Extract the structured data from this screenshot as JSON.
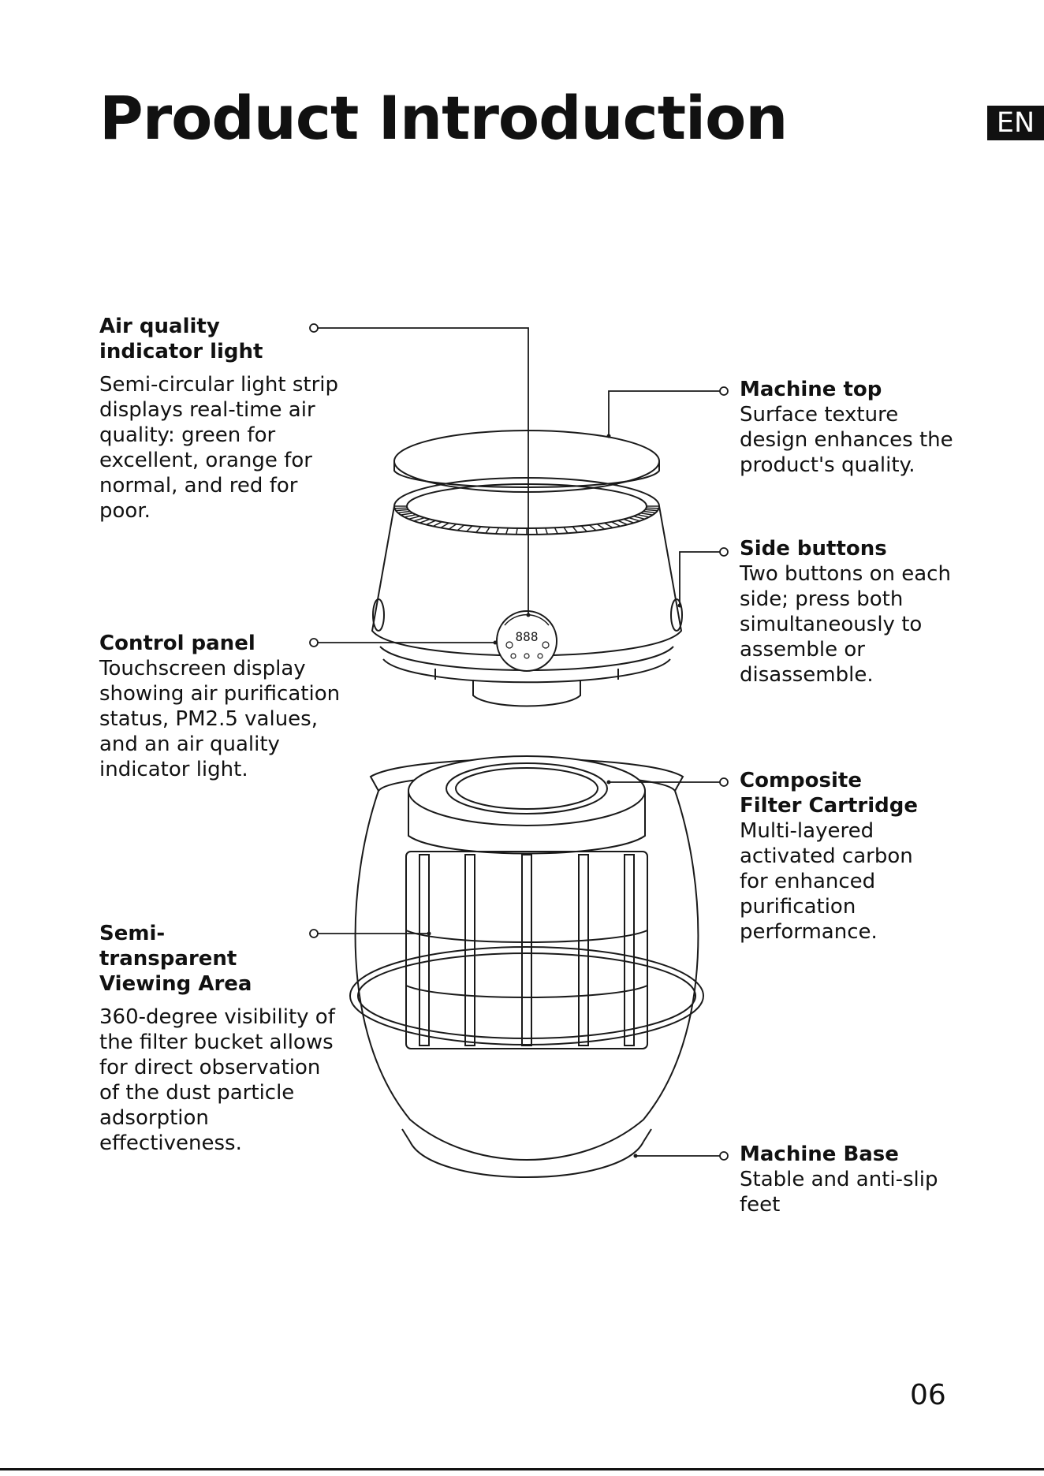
{
  "page": {
    "title": "Product Introduction",
    "language_badge": "EN",
    "page_number": "06"
  },
  "callouts": {
    "air_quality_light": {
      "label": "Air quality indicator light",
      "description": "Semi-circular light strip displays real-time air quality: green for excellent, orange for normal, and red for poor."
    },
    "control_panel": {
      "label": "Control panel",
      "description": "Touchscreen display showing air purification status, PM2.5 values, and an air quality indicator light."
    },
    "viewing_area": {
      "label": "Semi-transparent Viewing Area",
      "description": "360-degree visibility of the filter bucket allows for direct observation of the dust particle adsorption effectiveness."
    },
    "machine_top": {
      "label": "Machine top",
      "description": "Surface texture design enhances the product's quality."
    },
    "side_buttons": {
      "label": "Side buttons",
      "description": "Two buttons on each side; press both simultaneously to assemble or disassemble."
    },
    "filter_cartridge": {
      "label": "Composite Filter Cartridge",
      "description": "Multi-layered activated carbon for enhanced purification performance."
    },
    "machine_base": {
      "label": "Machine Base",
      "description": "Stable and anti-slip feet"
    }
  },
  "diagram": {
    "display_readout": "888"
  }
}
